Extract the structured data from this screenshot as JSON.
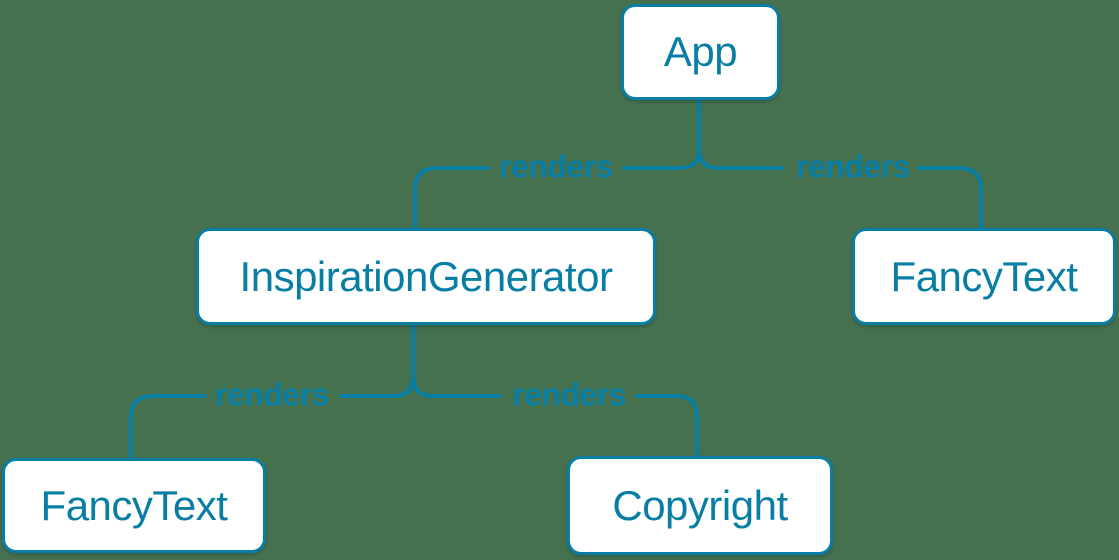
{
  "diagram": {
    "kind": "component-render-tree",
    "colors": {
      "background": "#46714F",
      "accent": "#087EA4",
      "node_fill": "#FFFFFF"
    },
    "nodes": [
      {
        "id": "app",
        "label": "App"
      },
      {
        "id": "inspiration-generator",
        "label": "InspirationGenerator"
      },
      {
        "id": "fancy-text-top",
        "label": "FancyText"
      },
      {
        "id": "fancy-text-bottom",
        "label": "FancyText"
      },
      {
        "id": "copyright",
        "label": "Copyright"
      }
    ],
    "edges": [
      {
        "from": "App",
        "to": "InspirationGenerator",
        "label": "renders"
      },
      {
        "from": "App",
        "to": "FancyText",
        "label": "renders"
      },
      {
        "from": "InspirationGenerator",
        "to": "FancyText",
        "label": "renders"
      },
      {
        "from": "InspirationGenerator",
        "to": "Copyright",
        "label": "renders"
      }
    ]
  }
}
